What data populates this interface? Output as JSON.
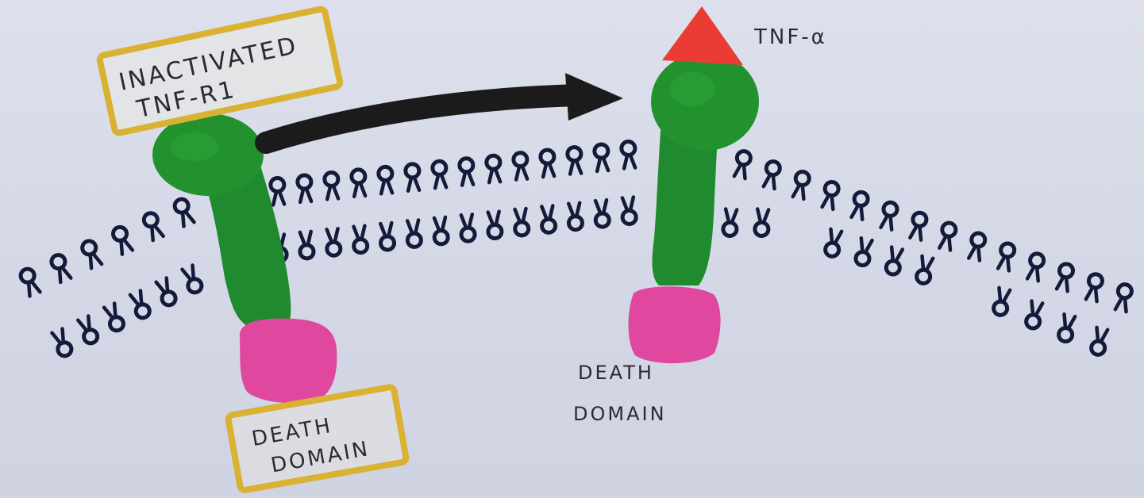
{
  "labels": {
    "inactive_receptor_line1": "INACTIVATED",
    "inactive_receptor_line2": "TNF-R1",
    "left_death_domain_line1": "DEATH",
    "left_death_domain_line2": "DOMAIN",
    "ligand": "TNF-α",
    "right_death_domain_line1": "DEATH",
    "right_death_domain_line2": "DOMAIN"
  },
  "colors": {
    "receptor": "#1f8a2e",
    "death_domain": "#e0479e",
    "ligand": "#ea3c32",
    "label_box": "#d9b233",
    "arrow": "#1b1b1b",
    "lipid": "#141a3a"
  }
}
